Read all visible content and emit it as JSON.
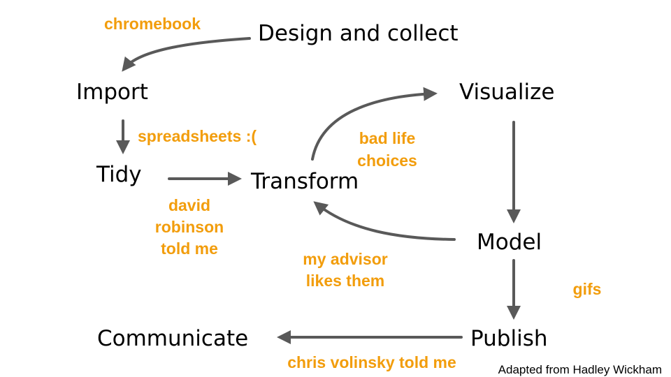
{
  "colors": {
    "arrow": "#595959",
    "stage_text": "#000000",
    "annotation_text": "#f29d0c"
  },
  "stages": {
    "design": "Design and collect",
    "import": "Import",
    "tidy": "Tidy",
    "transform": "Transform",
    "visualize": "Visualize",
    "model": "Model",
    "publish": "Publish",
    "communicate": "Communicate"
  },
  "annotations": {
    "chromebook": "chromebook",
    "spreadsheets": "spreadsheets :(",
    "david_robinson": [
      "david",
      "robinson",
      "told me"
    ],
    "bad_life_choices": [
      "bad life",
      "choices"
    ],
    "my_advisor": [
      "my advisor",
      "likes them"
    ],
    "gifs": "gifs",
    "chris_volinsky": "chris volinsky told me"
  },
  "credit": "Adapted from Hadley Wickham"
}
